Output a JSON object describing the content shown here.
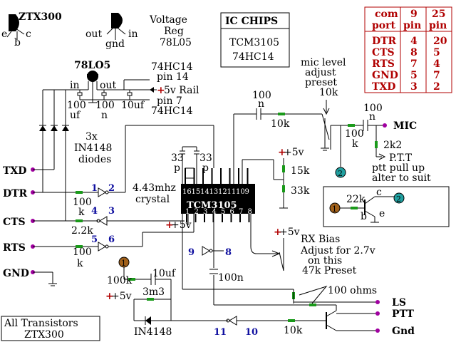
{
  "transistor": {
    "name": "ZTX300",
    "pins": [
      "e",
      "b",
      "c"
    ]
  },
  "regulator": {
    "title_l1": "Voltage",
    "title_l2": "Reg",
    "part": "78L05",
    "pins": [
      "out",
      "gnd",
      "in"
    ],
    "label": "78LO5",
    "pin_in": "in",
    "pin_out": "out"
  },
  "ic_box": {
    "title": "IC CHIPS",
    "chip1": "TCM3105",
    "chip2": "74HC14"
  },
  "port_table": {
    "headers": [
      [
        "com",
        "port"
      ],
      [
        "9",
        "pin"
      ],
      [
        "25",
        "pin"
      ]
    ],
    "rows": [
      {
        "signal": "DTR",
        "p9": "4",
        "p25": "20"
      },
      {
        "signal": "CTS",
        "p9": "8",
        "p25": "5"
      },
      {
        "signal": "RTS",
        "p9": "7",
        "p25": "4"
      },
      {
        "signal": "GND",
        "p9": "5",
        "p25": "7"
      },
      {
        "signal": "TXD",
        "p9": "3",
        "p25": "2"
      }
    ]
  },
  "power": {
    "pin14_l1": "74HC14",
    "pin14_l2": "pin 14",
    "rail_plus": "+",
    "rail": "5v Rail",
    "pin7_l1": "pin 7",
    "pin7_l2": "74HC14",
    "c100u_1": "100",
    "c100u_2": "uf",
    "c100n_1": "100",
    "c100n_2": "n",
    "c10u": "10uf"
  },
  "diodes": {
    "l1": "3x",
    "l2": "IN4148",
    "l3": "diodes"
  },
  "connectors": {
    "txd": "TXD",
    "dtr": "DTR",
    "cts": "CTS",
    "rts": "RTS",
    "gnd": "GND"
  },
  "mic": {
    "level_l1": "mic level",
    "level_l2": "adjust",
    "level_l3": "preset",
    "level_l4": "10k",
    "c100n_top_1": "100",
    "c100n_top_2": "n",
    "r10k": "10k",
    "c100n_r_1": "100",
    "c100n_r_2": "n",
    "r100k_1": "100",
    "r100k_2": "k",
    "label": "MIC",
    "r2k2": "2k2",
    "ptt_l1": "P.T.T",
    "ptt_l2": "ptt pull up",
    "ptt_l3": "alter to suit"
  },
  "ic_area": {
    "c33a_1": "33",
    "c33a_2": "p",
    "c33b_1": "33",
    "c33b_2": "p",
    "xtal_l1": "4.43mhz",
    "xtal_l2": "crystal",
    "chip": "TCM3105",
    "top_pins": [
      "16",
      "15",
      "14",
      "13",
      "12",
      "11",
      "10",
      "9"
    ],
    "bottom_pins": [
      "1",
      "2",
      "3",
      "4",
      "5",
      "6",
      "7",
      "8"
    ],
    "plus5v_a": "+5v",
    "plus5v_b": "+5v",
    "r15k": "15k",
    "r33k": "33k",
    "g9": "9",
    "g8": "8",
    "c100n": "100n"
  },
  "left": {
    "g1": "1",
    "g2": "2",
    "r100a": "100",
    "g4": "4",
    "g3": "3",
    "kk": "k",
    "r2k2": "2.2k",
    "g5": "5",
    "g6": "6",
    "r100k_1": "100",
    "r100k_2": "k"
  },
  "rx": {
    "l1": "RX Bias",
    "l2": "Adjust for 2.7v",
    "l3": "on this",
    "l4": "47k Preset",
    "plus5v": "+5v"
  },
  "trans_box": {
    "r22k": "22k",
    "b": "b",
    "c": "c",
    "e": "e",
    "n1": "1",
    "n2": "2"
  },
  "bottom": {
    "r100k": "100k",
    "c10u": "10uf",
    "plus5v": "+5v",
    "r3m3": "3m3",
    "diode": "IN4148",
    "g11": "11",
    "g10": "10",
    "r10k": "10k",
    "ohms": "100 ohms",
    "ls": "LS",
    "ptt": "PTT",
    "gnd": "Gnd"
  },
  "footer": {
    "l1": "All Transistors",
    "l2": "ZTX300"
  }
}
